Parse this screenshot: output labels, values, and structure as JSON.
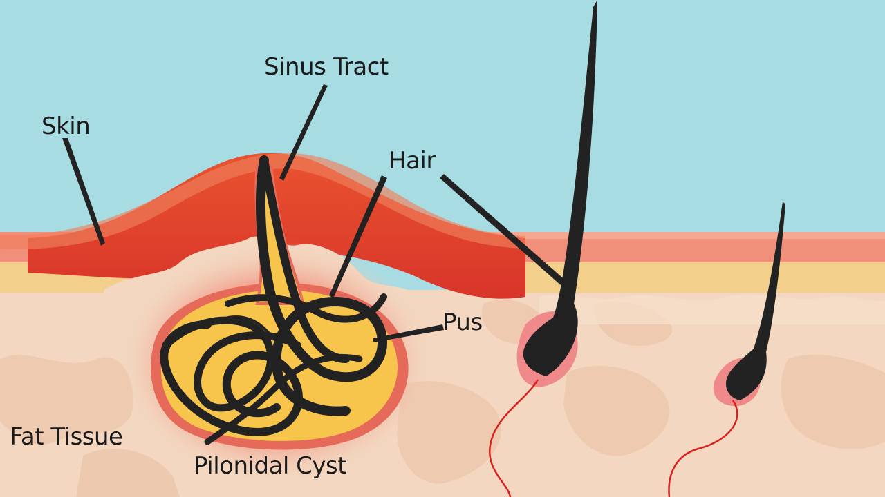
{
  "labels": {
    "sinus_tract": "Sinus Tract",
    "skin": "Skin",
    "hair": "Hair",
    "pus": "Pus",
    "fat_tissue": "Fat Tissue",
    "pilonidal_cyst": "Pilonidal Cyst"
  },
  "colors": {
    "sky": "#a8dce3",
    "skin_outer": "#f0907a",
    "skin_inflamed": "#e2452e",
    "fat_layer": "#f2cf8a",
    "fat_tissue": "#f3d7c0",
    "pus": "#f7c44c",
    "hair": "#222222",
    "nerve": "#d9201e"
  }
}
